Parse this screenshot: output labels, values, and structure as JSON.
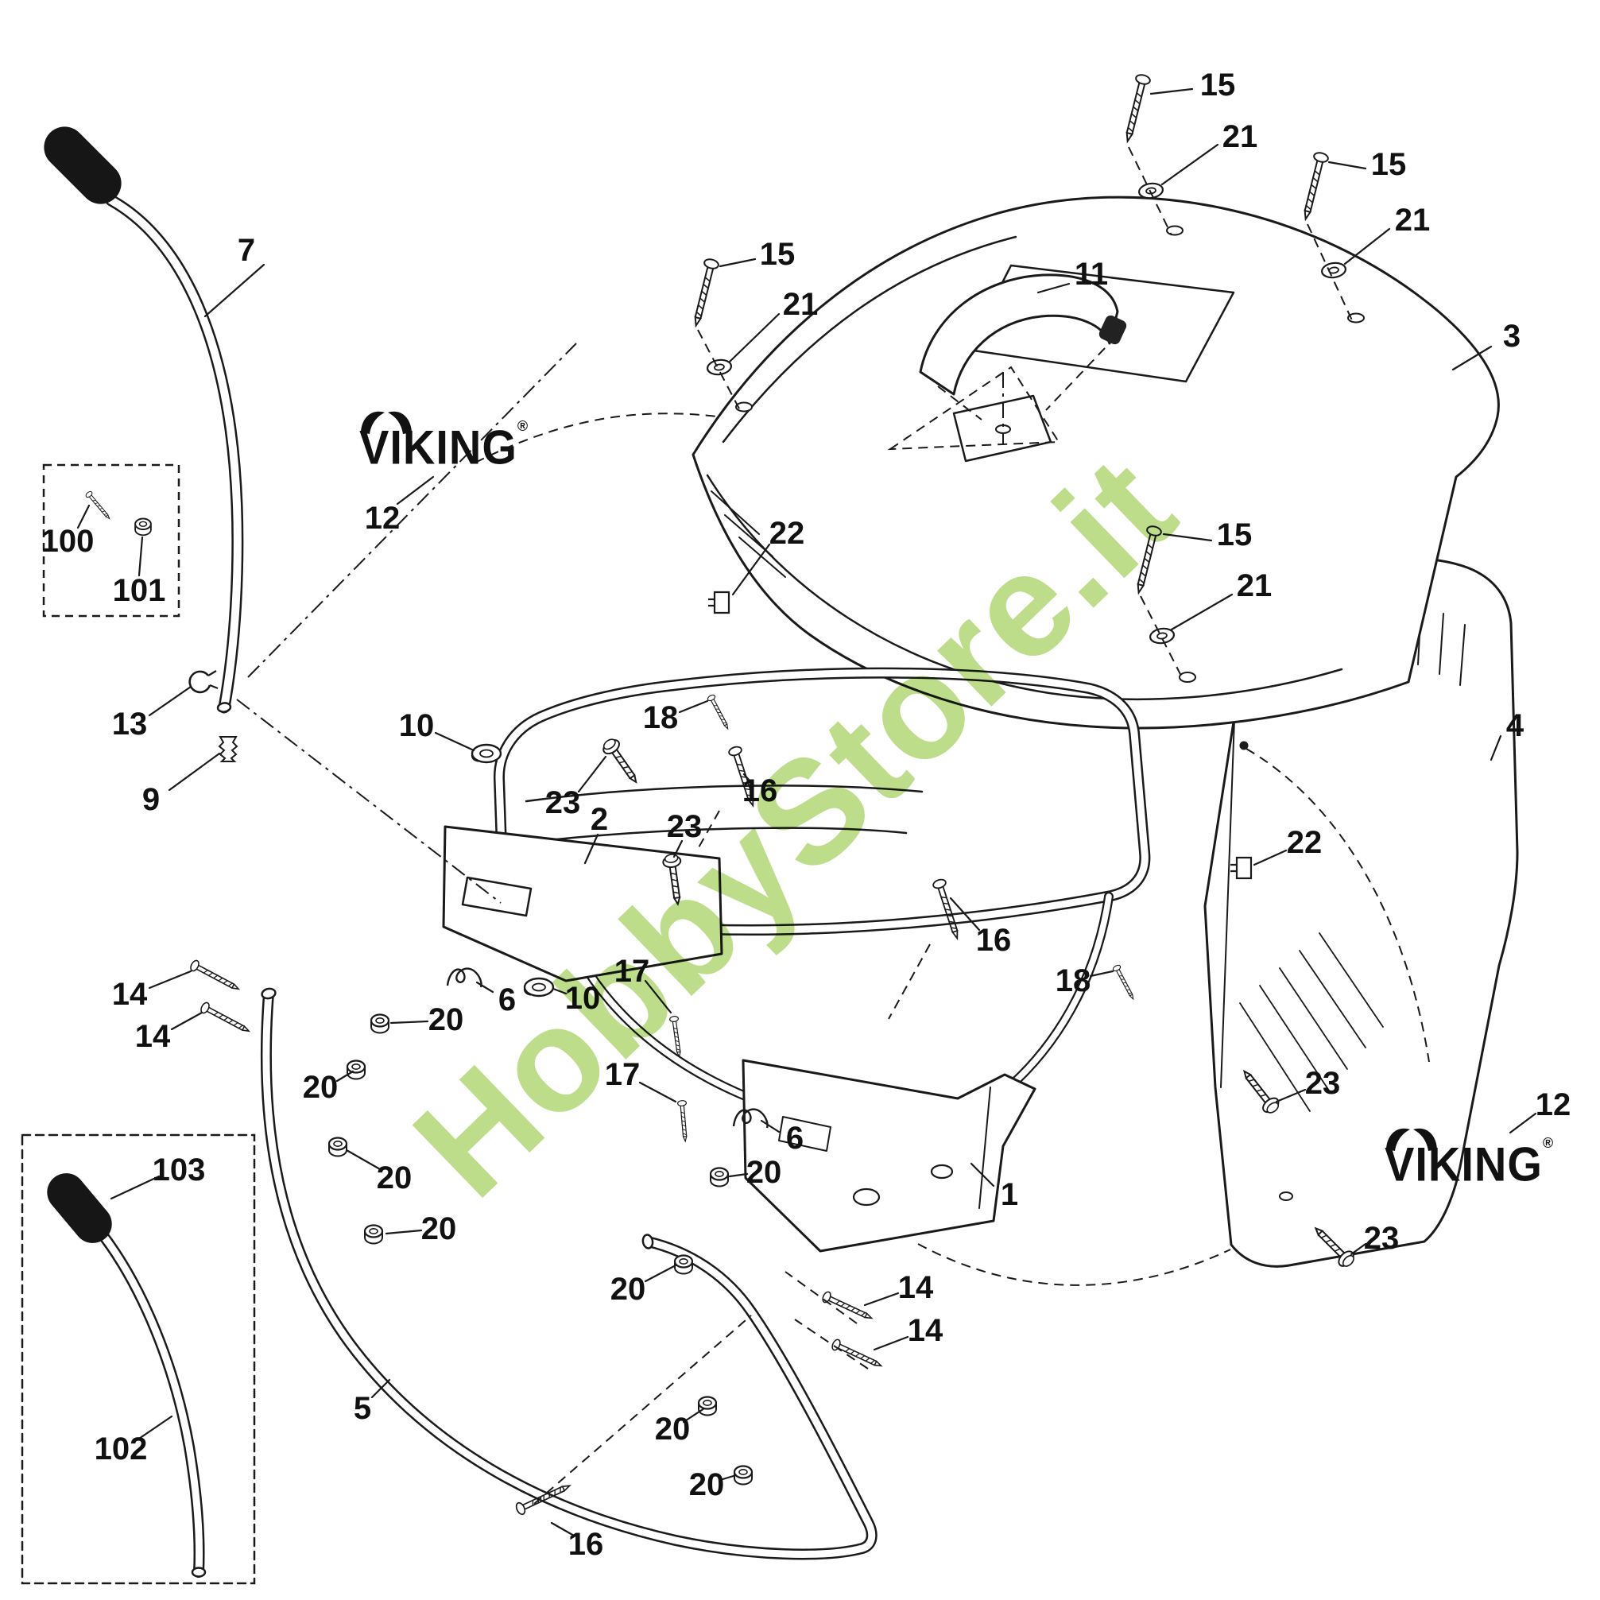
{
  "watermark": {
    "text": "HobbyStore.it",
    "color": "#91C63E"
  },
  "brand": {
    "name": "VIKING",
    "registered": "®"
  },
  "colors": {
    "line": "#1A1A1A",
    "background": "#FFFFFF"
  },
  "part_labels": [
    {
      "text": "7"
    },
    {
      "text": "15"
    },
    {
      "text": "21"
    },
    {
      "text": "15"
    },
    {
      "text": "21"
    },
    {
      "text": "15"
    },
    {
      "text": "21"
    },
    {
      "text": "11"
    },
    {
      "text": "3"
    },
    {
      "text": "12"
    },
    {
      "text": "22"
    },
    {
      "text": "15"
    },
    {
      "text": "21"
    },
    {
      "text": "100"
    },
    {
      "text": "101"
    },
    {
      "text": "13"
    },
    {
      "text": "10"
    },
    {
      "text": "18"
    },
    {
      "text": "9"
    },
    {
      "text": "23"
    },
    {
      "text": "2"
    },
    {
      "text": "23"
    },
    {
      "text": "16"
    },
    {
      "text": "4"
    },
    {
      "text": "22"
    },
    {
      "text": "16"
    },
    {
      "text": "18"
    },
    {
      "text": "14"
    },
    {
      "text": "14"
    },
    {
      "text": "6"
    },
    {
      "text": "10"
    },
    {
      "text": "17"
    },
    {
      "text": "20"
    },
    {
      "text": "20"
    },
    {
      "text": "17"
    },
    {
      "text": "20"
    },
    {
      "text": "20"
    },
    {
      "text": "23"
    },
    {
      "text": "12"
    },
    {
      "text": "6"
    },
    {
      "text": "103"
    },
    {
      "text": "20"
    },
    {
      "text": "1"
    },
    {
      "text": "23"
    },
    {
      "text": "20"
    },
    {
      "text": "14"
    },
    {
      "text": "14"
    },
    {
      "text": "102"
    },
    {
      "text": "5"
    },
    {
      "text": "20"
    },
    {
      "text": "20"
    },
    {
      "text": "16"
    }
  ]
}
